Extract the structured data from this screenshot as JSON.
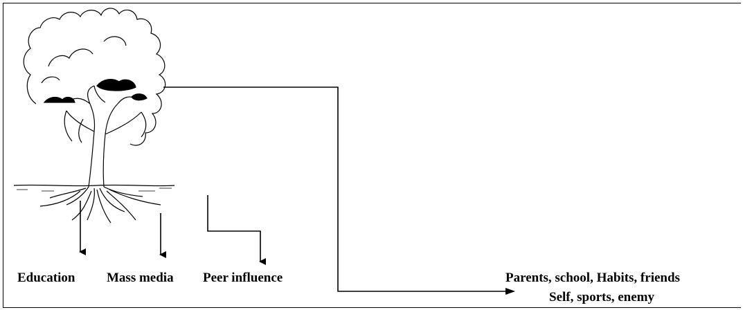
{
  "labels": {
    "education": "Education",
    "mass_media": "Mass media",
    "peer_influence": "Peer influence",
    "crown_line1": "Parents, school,  Habits, friends",
    "crown_line2": "Self, sports, enemy"
  },
  "colors": {
    "ink": "#000000",
    "background": "#ffffff"
  },
  "icons": {
    "tree": "tree-illustration-icon"
  }
}
